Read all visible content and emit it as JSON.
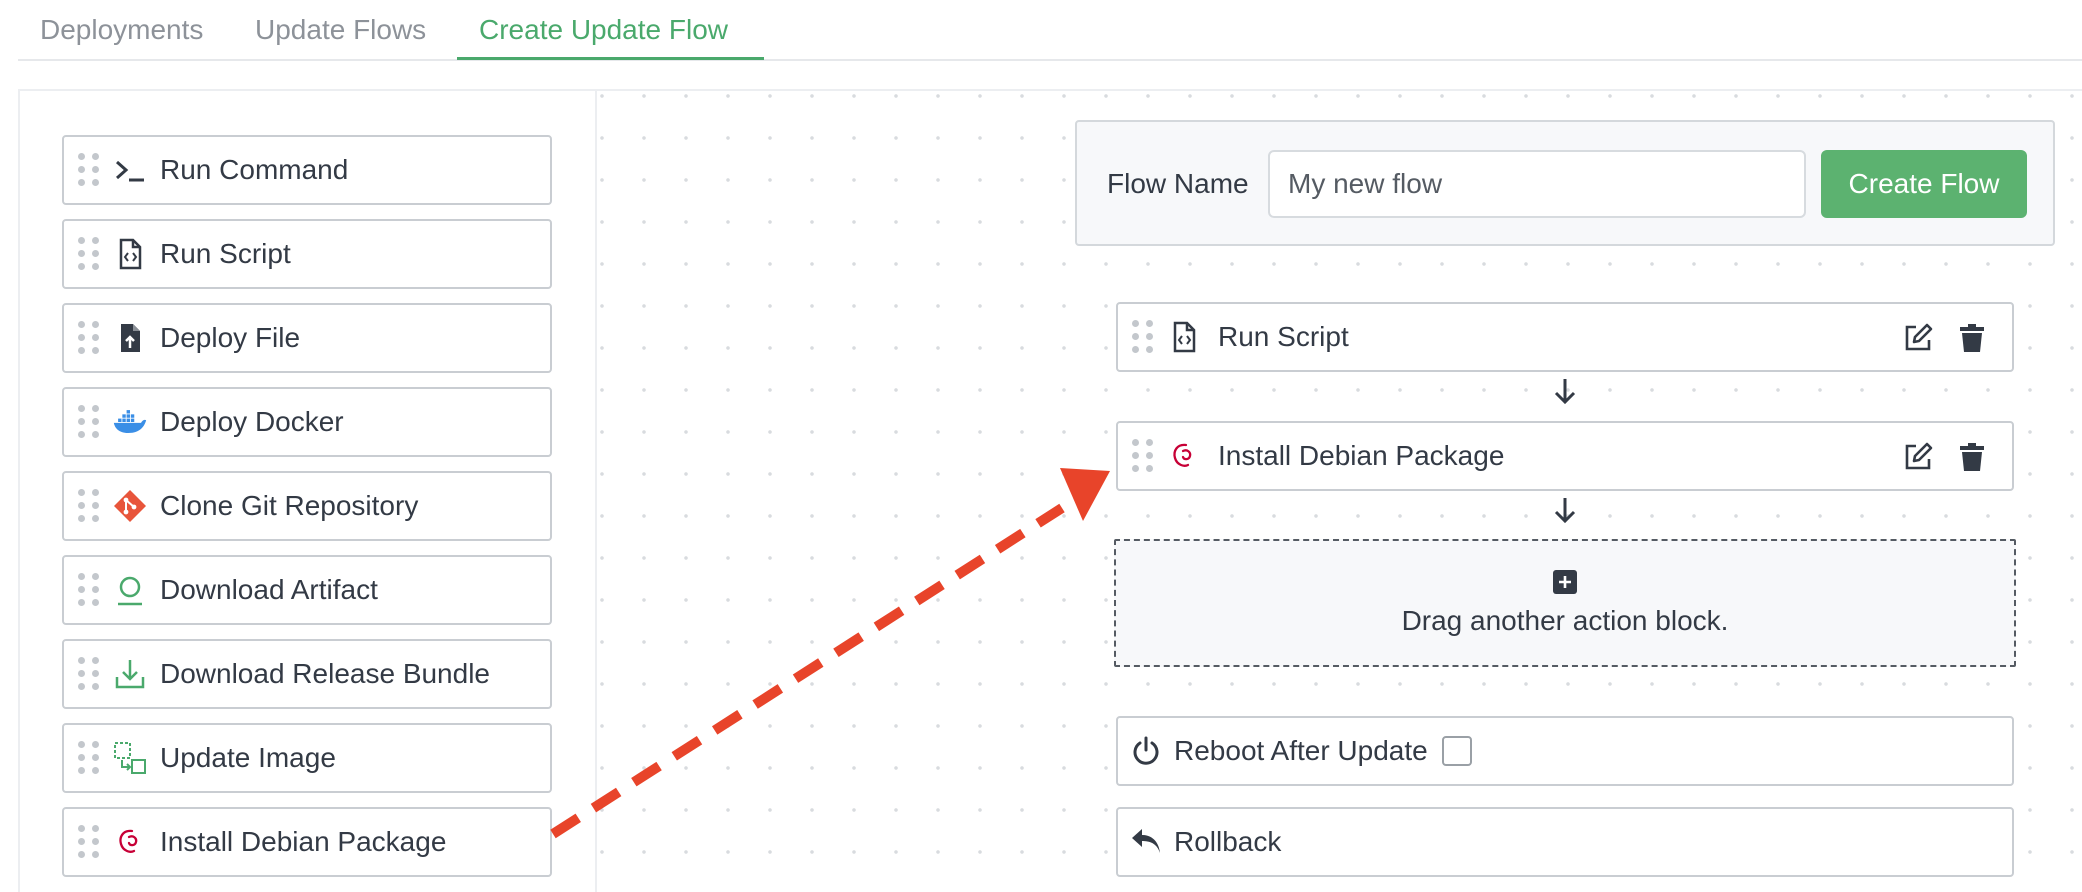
{
  "tabs": [
    {
      "label": "Deployments"
    },
    {
      "label": "Update Flows"
    },
    {
      "label": "Create Update Flow",
      "active": true
    }
  ],
  "sidebar": {
    "items": [
      {
        "label": "Run Command",
        "icon": "terminal-icon"
      },
      {
        "label": "Run Script",
        "icon": "file-code-icon"
      },
      {
        "label": "Deploy File",
        "icon": "file-upload-icon"
      },
      {
        "label": "Deploy Docker",
        "icon": "docker-icon"
      },
      {
        "label": "Clone Git Repository",
        "icon": "git-icon"
      },
      {
        "label": "Download Artifact",
        "icon": "download-artifact-icon"
      },
      {
        "label": "Download Release Bundle",
        "icon": "download-icon"
      },
      {
        "label": "Update Image",
        "icon": "update-image-icon"
      },
      {
        "label": "Install Debian Package",
        "icon": "debian-icon"
      }
    ]
  },
  "flow": {
    "name_label": "Flow Name",
    "name_value": "My new flow",
    "create_label": "Create Flow",
    "steps": [
      {
        "label": "Run Script",
        "icon": "file-code-icon"
      },
      {
        "label": "Install Debian Package",
        "icon": "debian-icon"
      }
    ],
    "dropzone_text": "Drag another action block.",
    "reboot_label": "Reboot After Update",
    "reboot_checked": false,
    "rollback_label": "Rollback"
  },
  "colors": {
    "accent": "#4aa96c",
    "button": "#5cb270",
    "annotation": "#e8442a"
  }
}
